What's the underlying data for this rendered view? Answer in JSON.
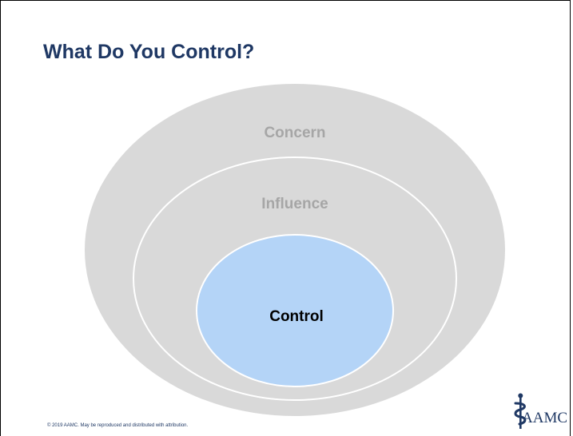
{
  "slide": {
    "title": "What Do You Control?",
    "footer": "© 2019 AAMC. May be reproduced and distributed with attribution."
  },
  "diagram": {
    "rings": [
      {
        "id": "concern",
        "label": "Concern",
        "fill": "#d9d9d9",
        "text_color": "#a6a6a6"
      },
      {
        "id": "influence",
        "label": "Influence",
        "fill": "#d9d9d9",
        "text_color": "#a6a6a6"
      },
      {
        "id": "control",
        "label": "Control",
        "fill": "#b4d4f7",
        "text_color": "#000000"
      }
    ]
  },
  "logo": {
    "text": "AAMC",
    "color": "#1f3864",
    "icon": "staff-of-asclepius-icon"
  },
  "colors": {
    "title": "#1f3864",
    "ring_outline": "#ffffff"
  }
}
